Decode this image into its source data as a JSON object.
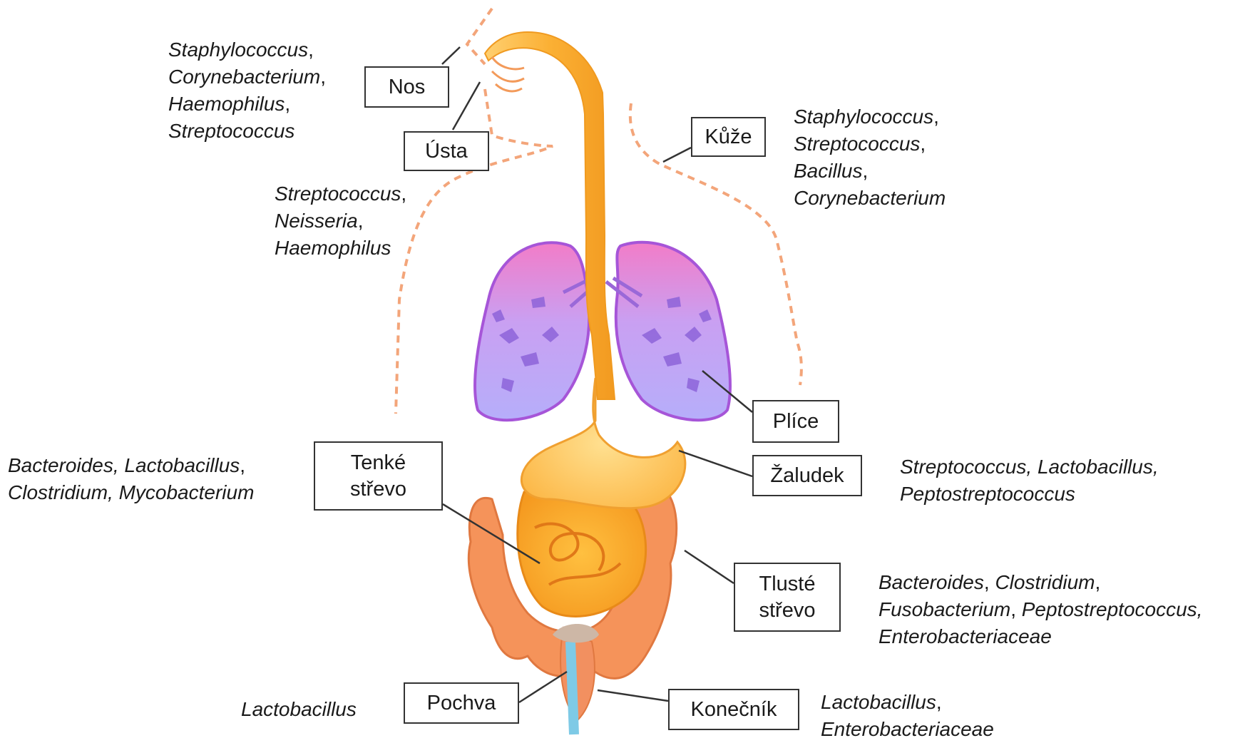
{
  "labels": {
    "nos": "Nos",
    "usta": "Ústa",
    "kuze": "Kůže",
    "plice": "Plíce",
    "zaludek": "Žaludek",
    "tenke_strevo": "Tenké\nstřevo",
    "tluste_strevo": "Tlusté\nstřevo",
    "pochva": "Pochva",
    "konecnik": "Konečník"
  },
  "bacteria": {
    "nos": [
      [
        {
          "t": "Staphylococcus",
          "i": true
        },
        {
          "t": ",",
          "i": false
        }
      ],
      [
        {
          "t": "Corynebacterium",
          "i": true
        },
        {
          "t": ",",
          "i": false
        }
      ],
      [
        {
          "t": "Haemophilus",
          "i": true
        },
        {
          "t": ",",
          "i": false
        }
      ],
      [
        {
          "t": "Streptococcus",
          "i": true
        }
      ]
    ],
    "usta": [
      [
        {
          "t": "Streptococcus",
          "i": true
        },
        {
          "t": ",",
          "i": false
        }
      ],
      [
        {
          "t": "Neisseria",
          "i": true
        },
        {
          "t": ",",
          "i": false
        }
      ],
      [
        {
          "t": "Haemophilus",
          "i": true
        }
      ]
    ],
    "kuze": [
      [
        {
          "t": "Staphylococcus",
          "i": true
        },
        {
          "t": ",",
          "i": false
        }
      ],
      [
        {
          "t": "Streptococcus",
          "i": true
        },
        {
          "t": ",",
          "i": false
        }
      ],
      [
        {
          "t": "Bacillus",
          "i": true
        },
        {
          "t": ",",
          "i": false
        }
      ],
      [
        {
          "t": "Corynebacterium",
          "i": true
        }
      ]
    ],
    "tenke_strevo": [
      [
        {
          "t": "Bacteroides, Lactobacillus",
          "i": true
        },
        {
          "t": ",",
          "i": false
        }
      ],
      [
        {
          "t": "Clostridium, Mycobacterium",
          "i": true
        }
      ]
    ],
    "zaludek": [
      [
        {
          "t": "Streptococcus, Lactobacillus,",
          "i": true
        }
      ],
      [
        {
          "t": "Peptostreptococcus",
          "i": true
        }
      ]
    ],
    "tluste_strevo": [
      [
        {
          "t": "Bacteroides",
          "i": true
        },
        {
          "t": ", ",
          "i": false
        },
        {
          "t": "Clostridium",
          "i": true
        },
        {
          "t": ",",
          "i": false
        }
      ],
      [
        {
          "t": "Fusobacterium",
          "i": true
        },
        {
          "t": ", ",
          "i": false
        },
        {
          "t": "Peptostreptococcus,",
          "i": true
        }
      ],
      [
        {
          "t": "Enterobacteriaceae",
          "i": true
        }
      ]
    ],
    "pochva": [
      [
        {
          "t": "Lactobacillus",
          "i": true
        }
      ]
    ],
    "konecnik": [
      [
        {
          "t": "Lactobacillus",
          "i": true
        },
        {
          "t": ",",
          "i": false
        }
      ],
      [
        {
          "t": "Enterobacteriaceae",
          "i": true
        }
      ]
    ]
  },
  "colors": {
    "body_outline": "#f0a070",
    "digestive": "#fcb040",
    "lungs_top": "#f080c8",
    "lungs_bottom": "#b8a8f8",
    "colon": "#f08850"
  }
}
